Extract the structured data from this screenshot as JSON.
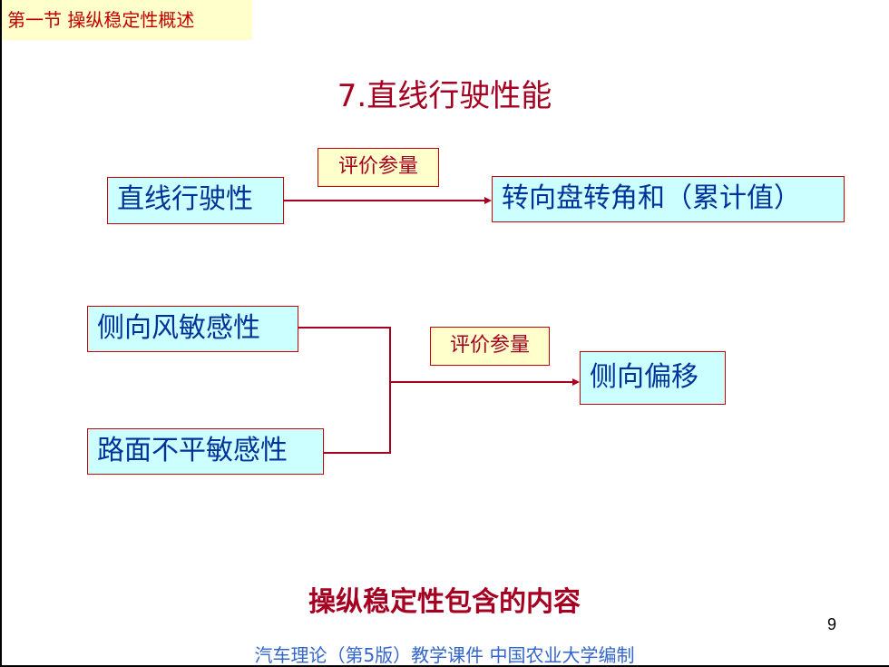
{
  "header": {
    "section_title": "第一节  操纵稳定性概述"
  },
  "slide": {
    "title": "7.直线行驶性能"
  },
  "diagram1": {
    "source": "直线行驶性",
    "label": "评价参量",
    "target": "转向盘转角和（累计值）"
  },
  "diagram2": {
    "source_top": "侧向风敏感性",
    "source_bottom": "路面不平敏感性",
    "label": "评价参量",
    "target": "侧向偏移"
  },
  "caption": "操纵稳定性包含的内容",
  "page_number": "9",
  "footer": "汽车理论（第5版）教学课件   中国农业大学编制"
}
